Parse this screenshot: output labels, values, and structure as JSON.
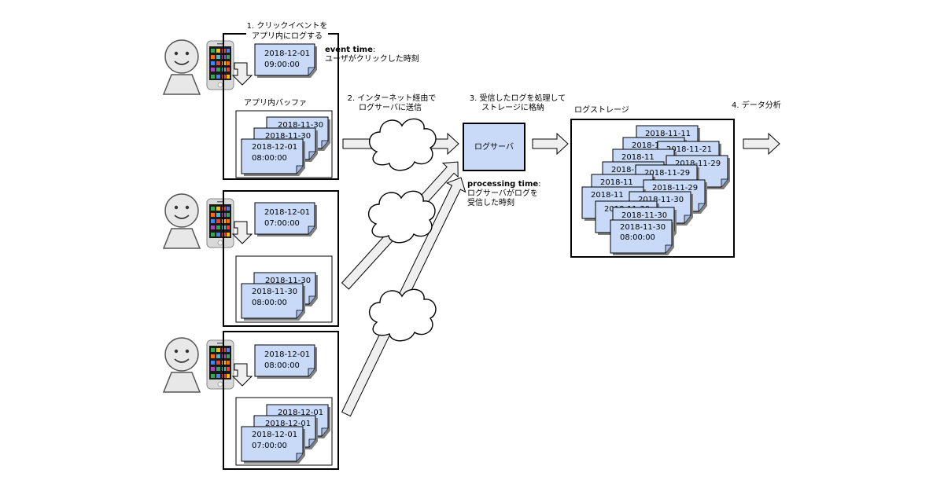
{
  "step1": {
    "line1": "1. クリックイベントを",
    "line2": "アプリ内にログする"
  },
  "event_time": {
    "label": "event time",
    "colon": ":",
    "desc": "ユーザがクリックした時刻"
  },
  "buffer_label": "アプリ内バッファ",
  "step2": {
    "line1": "2. インターネット経由で",
    "line2": "ログサーバに送信"
  },
  "step3": {
    "line1": "3. 受信したログを処理して",
    "line2": "ストレージに格納"
  },
  "step4": "4. データ分析",
  "log_server": "ログサーバ",
  "processing_time": {
    "label": "processing time",
    "colon": ":",
    "line1": "ログサーバがログを",
    "line2": "受信した時刻"
  },
  "storage_label": "ログストレージ",
  "users": [
    {
      "event": {
        "date": "2018-12-01",
        "time": "09:00:00"
      },
      "buffer": {
        "stack": [
          "2018-11-30",
          "2018-11-30"
        ],
        "front": {
          "date": "2018-12-01",
          "time": "08:00:00"
        }
      }
    },
    {
      "event": {
        "date": "2018-12-01",
        "time": "07:00:00"
      },
      "buffer": {
        "stack": [
          "2018-11-30"
        ],
        "front": {
          "date": "2018-11-30",
          "time": "08:00:00"
        }
      }
    },
    {
      "event": {
        "date": "2018-12-01",
        "time": "08:00:00"
      },
      "buffer": {
        "stack": [
          "2018-12-01",
          "2018-12-01"
        ],
        "front": {
          "date": "2018-12-01",
          "time": "07:00:00"
        }
      }
    }
  ],
  "storage_docs": [
    "2018-11-11",
    "2018-11",
    "2018-11-21",
    "2018-11",
    "2018-11-29",
    "2018-11",
    "2018-11-29",
    "2018-11",
    "2018-11-29",
    "2018-11",
    "2018-11-30",
    "2018-11-30",
    "2018-11-30"
  ],
  "storage_front": {
    "date": "2018-11-30",
    "time": "08:00:00"
  },
  "colors": {
    "doc_fill": "#c9daf8",
    "arrow_fill": "#efefef",
    "stroke": "#000000"
  }
}
